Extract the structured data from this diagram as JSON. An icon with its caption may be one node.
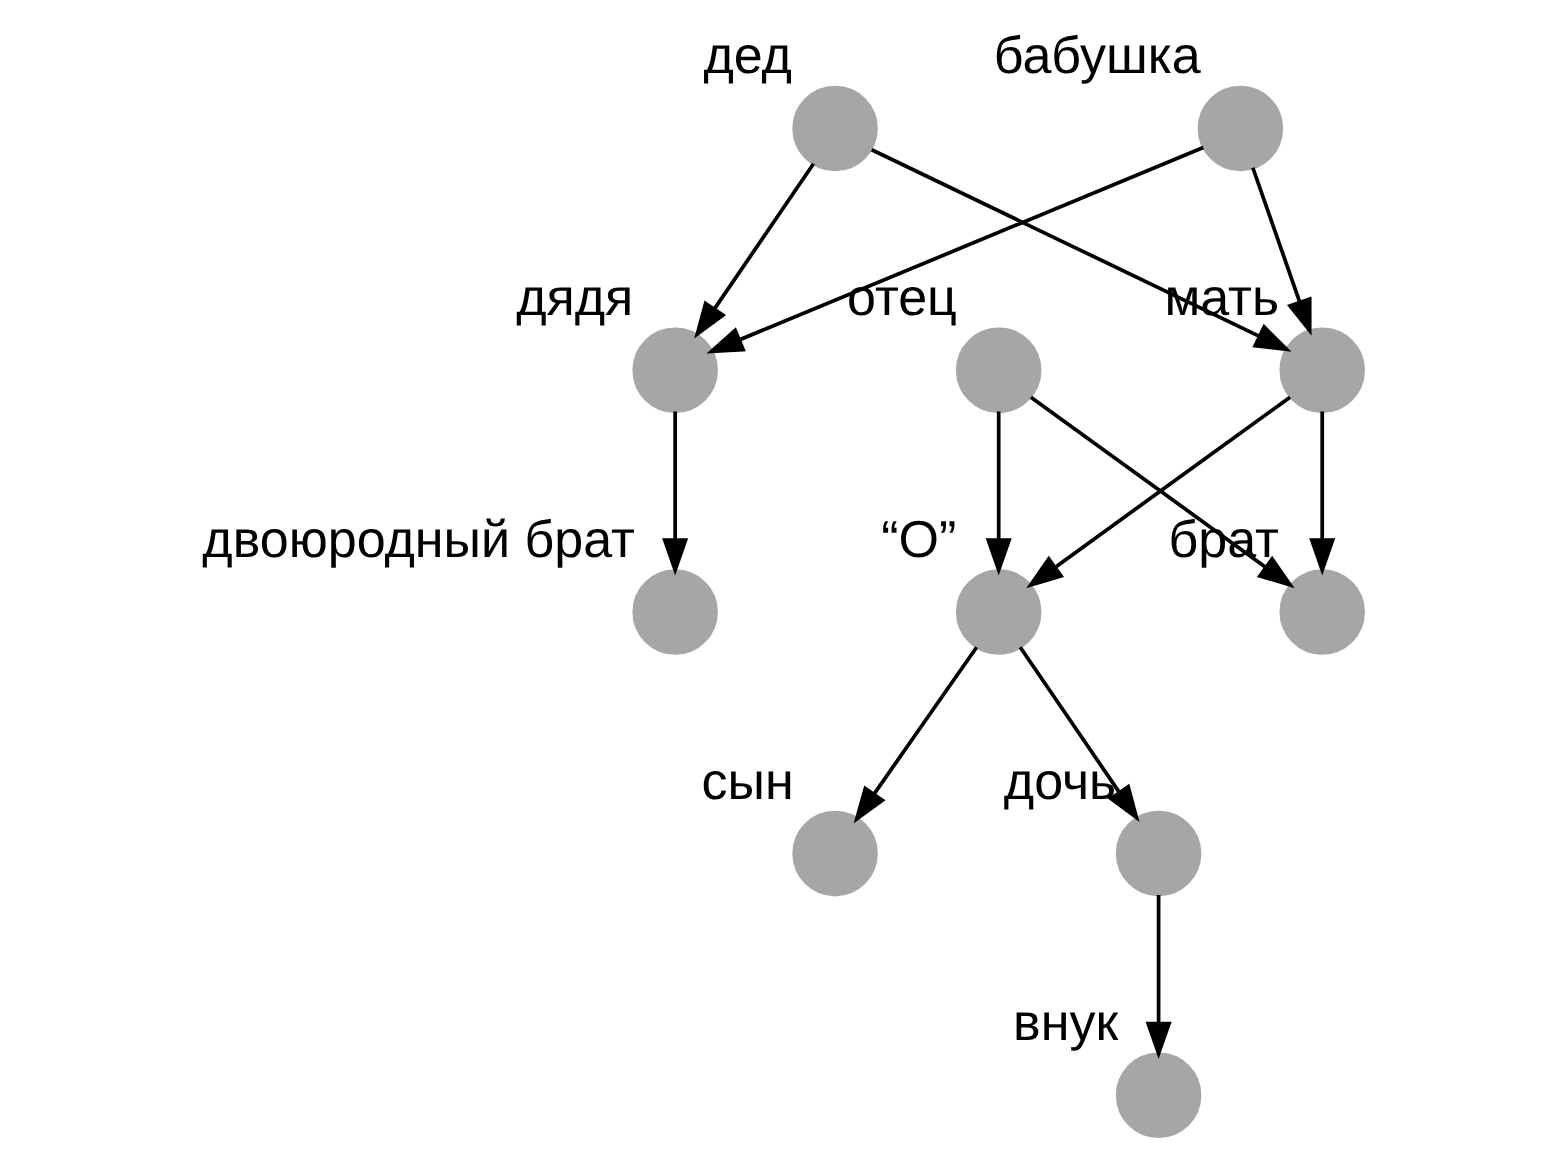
{
  "diagram": {
    "nodes": [
      {
        "text": [],
        "shape": "circle",
        "beside": [
          "дед"
        ]
      },
      {
        "text": [],
        "shape": "circle",
        "beside": [
          "бабушка"
        ]
      },
      {
        "text": [],
        "shape": "circle",
        "beside": [
          "отец"
        ]
      },
      {
        "text": [],
        "shape": "circle",
        "beside": [
          "мать"
        ]
      },
      {
        "text": [],
        "shape": "circle",
        "beside": [
          "дядя"
        ]
      },
      {
        "text": [],
        "shape": "circle",
        "beside": [
          "брат"
        ]
      },
      {
        "text": [],
        "shape": "circle",
        "beside": [
          "“O”"
        ]
      },
      {
        "text": [],
        "shape": "circle",
        "beside": [
          "двоюродный брат"
        ]
      },
      {
        "text": [],
        "shape": "circle",
        "beside": [
          "сын"
        ]
      },
      {
        "text": [],
        "shape": "circle",
        "beside": [
          "дочь"
        ]
      },
      {
        "text": [],
        "shape": "circle",
        "beside": [
          "внук"
        ]
      }
    ],
    "edges": [
      {
        "from": 0,
        "to": 3,
        "arrow": "to"
      },
      {
        "from": 0,
        "to": 4,
        "arrow": "to"
      },
      {
        "from": 1,
        "to": 3,
        "arrow": "to"
      },
      {
        "from": 1,
        "to": 4,
        "arrow": "to"
      },
      {
        "from": 3,
        "to": 5,
        "arrow": "to"
      },
      {
        "from": 3,
        "to": 6,
        "arrow": "to"
      },
      {
        "from": 2,
        "to": 5,
        "arrow": "to"
      },
      {
        "from": 2,
        "to": 6,
        "arrow": "to"
      },
      {
        "from": 4,
        "to": 7,
        "arrow": "to"
      },
      {
        "from": 6,
        "to": 8,
        "arrow": "to"
      },
      {
        "from": 6,
        "to": 9,
        "arrow": "to"
      },
      {
        "from": 9,
        "to": 10,
        "arrow": "to"
      }
    ]
  }
}
